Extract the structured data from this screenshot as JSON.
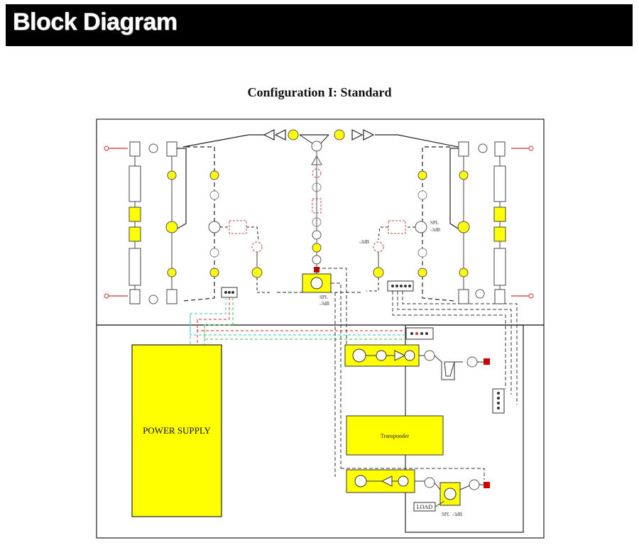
{
  "header": {
    "title": "Block Diagram"
  },
  "configuration_title": "Configuration I: Standard",
  "diagram": {
    "power_supply_label": "POWER SUPPLY",
    "transponder_label": "Transponder",
    "load_label": "LOAD",
    "spl_label": "SPL",
    "spl_value": "-3dB",
    "attenuator_label": "-2dB",
    "colors": {
      "yellow": "#ffff00",
      "red_connector": "#cc0000",
      "dashed_cyan": "#66cccc",
      "dashed_red": "#e05050",
      "dashed_green": "#66cc66"
    }
  }
}
